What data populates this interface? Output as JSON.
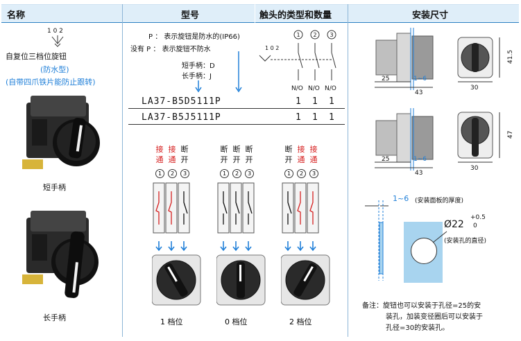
{
  "headers": {
    "name": "名称",
    "model": "型号",
    "contacts": "触头的类型和数量",
    "install": "安装尺寸"
  },
  "name_col": {
    "switch_positions": "1 0 2",
    "title": "自复位三档位旋钮",
    "waterproof": "(防水型)",
    "feature": "(自带四爪铁片能防止跟转)",
    "short_handle": "短手柄",
    "long_handle": "长手柄"
  },
  "model_col": {
    "p_line": "P ： 表示旋钮是防水的(IP66)",
    "no_p_line": "没有 P ： 表示旋钮不防水",
    "short_label": "短手柄：D",
    "long_label": "长手柄：J",
    "models": [
      "LA37-B5D5111P",
      "LA37-B5J5111P"
    ]
  },
  "contacts_col": {
    "circles": [
      "1",
      "2",
      "3"
    ],
    "selector_label": "1 0 2",
    "no_labels": [
      "N/O",
      "N/O",
      "N/O"
    ],
    "counts": [
      [
        "1",
        "1",
        "1"
      ],
      [
        "1",
        "1",
        "1"
      ]
    ]
  },
  "positions": [
    {
      "states": [
        [
          "接",
          "通"
        ],
        [
          "接",
          "通"
        ],
        [
          "断",
          "开"
        ]
      ],
      "colors": [
        "#d62020",
        "#d62020",
        "#111111"
      ],
      "label": "1 档位"
    },
    {
      "states": [
        [
          "断",
          "开"
        ],
        [
          "断",
          "开"
        ],
        [
          "断",
          "开"
        ]
      ],
      "colors": [
        "#111111",
        "#111111",
        "#111111"
      ],
      "label": "0 档位"
    },
    {
      "states": [
        [
          "断",
          "开"
        ],
        [
          "接",
          "通"
        ],
        [
          "接",
          "通"
        ]
      ],
      "colors": [
        "#111111",
        "#d62020",
        "#d62020"
      ],
      "label": "2 档位"
    }
  ],
  "install_col": {
    "dims_top": {
      "d25": "25",
      "d16": "1~6",
      "d43": "43",
      "d30": "30",
      "d415": "41.5"
    },
    "dims_bottom": {
      "d25": "25",
      "d16": "1~6",
      "d43": "43",
      "d30": "30",
      "d47": "47"
    },
    "panel_range": "1~6",
    "panel_note": "(安装面板的厚度)",
    "hole_dia": "Ø22",
    "tol_plus": "+0.5",
    "tol_zero": "0",
    "hole_note": "(安装孔的直径)",
    "remark_lines": [
      "备注：旋钮也可以安装于孔径=25的安",
      "装孔，加装变径圈后可以安装于",
      "孔径=30的安装孔。"
    ]
  },
  "colors": {
    "header_bg": "#dfeef9",
    "accent": "#1f7fd8",
    "red": "#d62020",
    "panel_blue": "#a8d4ef"
  }
}
